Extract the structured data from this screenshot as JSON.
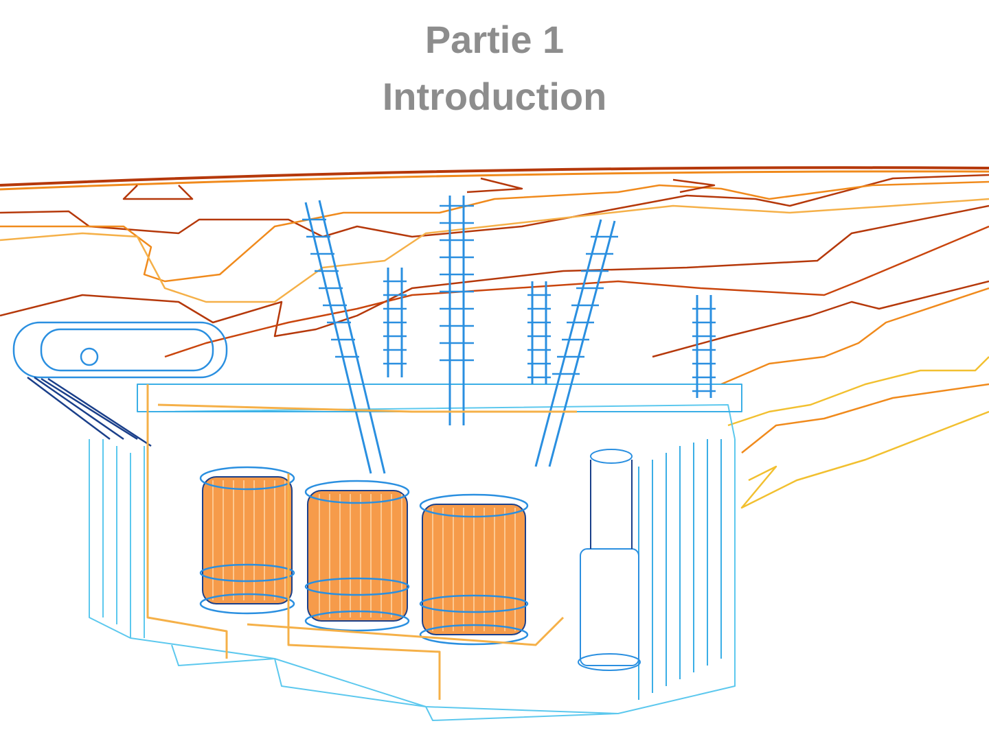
{
  "slide": {
    "part_label": "Partie 1",
    "section_title": "Introduction"
  },
  "illustration": {
    "subject": "transformer-wireframe",
    "colors": {
      "title": "#8d8d8d",
      "wire_dark": "#b5380a",
      "wire_orange": "#f08a1c",
      "wire_yellow": "#f2c030",
      "blue_light": "#5cc8ee",
      "blue_mid": "#2a8fe0",
      "blue_dark": "#1a3f8a",
      "coil": "#f5892a"
    }
  }
}
